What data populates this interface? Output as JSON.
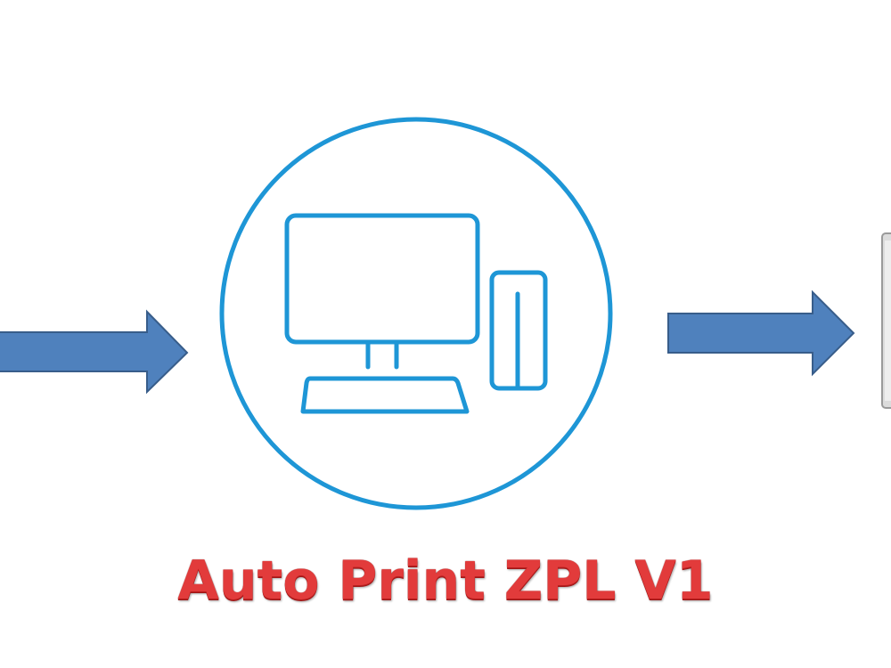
{
  "title": "Auto Print ZPL V1",
  "colors": {
    "arrow_fill": "#4f81bd",
    "arrow_stroke": "#385d8a",
    "icon_blue": "#1e96d6",
    "title_red": "#e23b3b",
    "device_gray": "#d9d9d9"
  },
  "nodes": [
    {
      "id": "input",
      "icon": "arrow-right-icon"
    },
    {
      "id": "computer",
      "icon": "desktop-computer-icon"
    },
    {
      "id": "output",
      "icon": "arrow-right-icon"
    },
    {
      "id": "printer",
      "icon": "printer-icon"
    }
  ]
}
